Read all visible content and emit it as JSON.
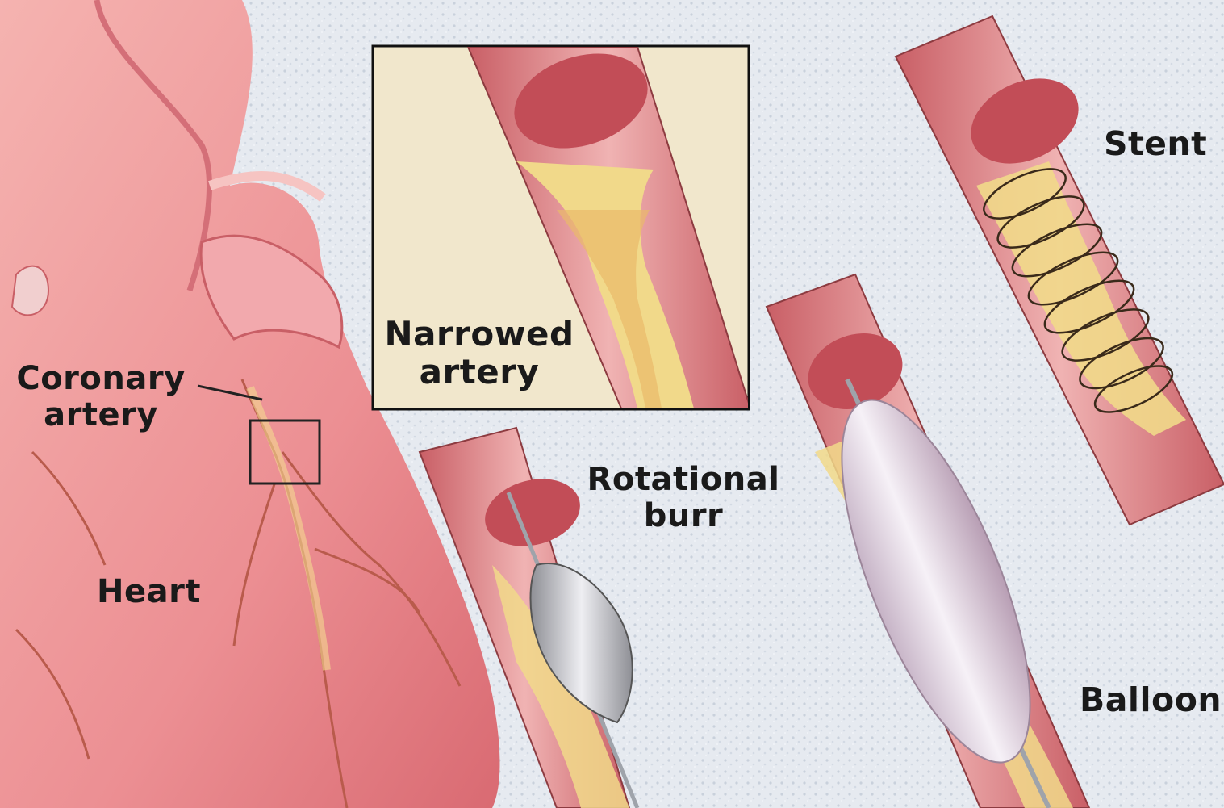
{
  "labels": {
    "coronary_line1": "Coronary",
    "coronary_line2": "artery",
    "heart": "Heart",
    "narrowed_line1": "Narrowed",
    "narrowed_line2": "artery",
    "burr_line1": "Rotational",
    "burr_line2": "burr",
    "stent": "Stent",
    "balloon": "Balloon"
  },
  "colors": {
    "background": "#e4e8ee",
    "heart": "#ee9a9c",
    "vessel": "#d9777c",
    "lumen": "#c24d57",
    "plaque": "#f1d98a",
    "inset_bg": "#f1e7cc",
    "device": "#b9b9bd"
  }
}
